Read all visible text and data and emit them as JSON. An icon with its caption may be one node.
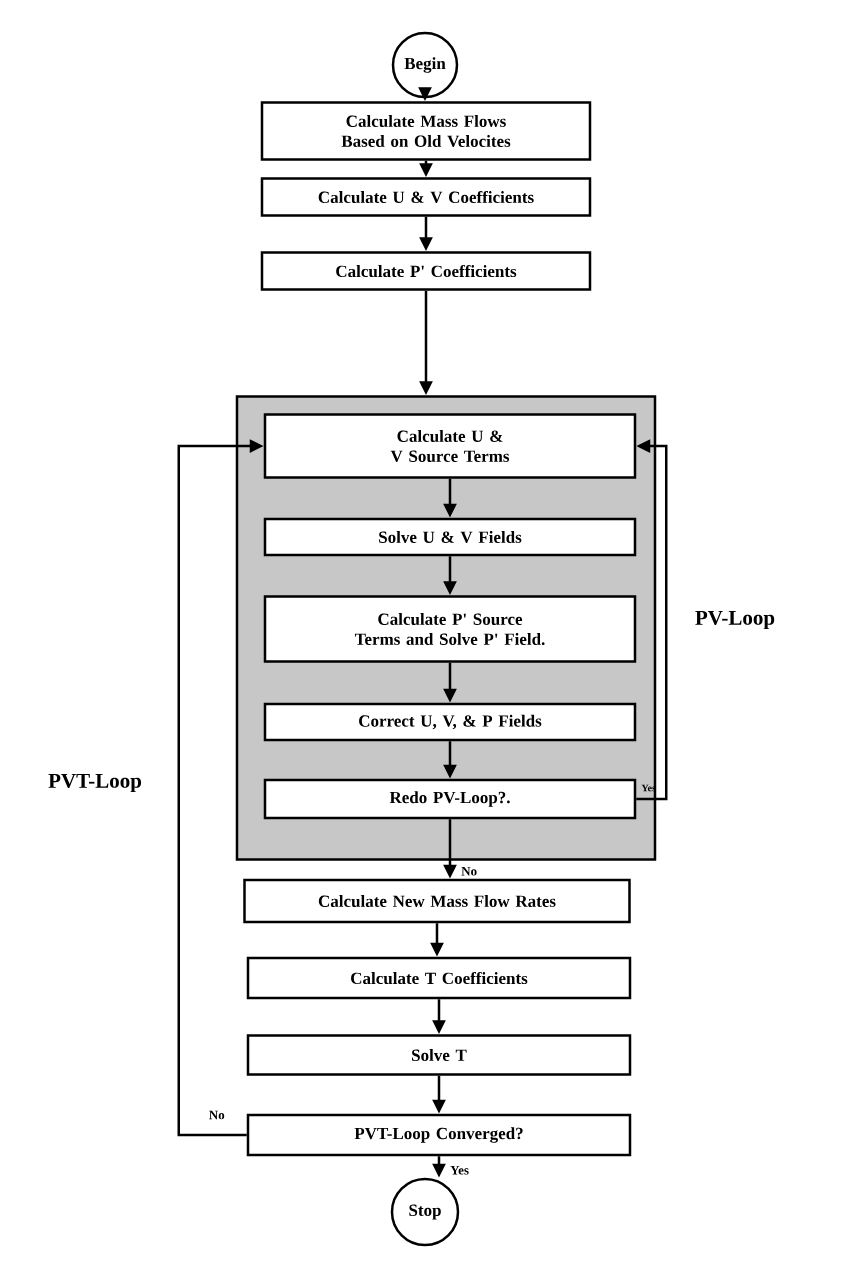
{
  "diagram": {
    "nodes": [
      {
        "text": [
          "Begin"
        ]
      },
      {
        "text": [
          "Calculate Mass Flows Based on Old Velocites"
        ]
      },
      {
        "text": [
          "Calculate U & V Coefficients"
        ]
      },
      {
        "text": [
          "Calculate P' Coefficients"
        ]
      },
      {
        "text": [],
        "shape": "box"
      },
      {
        "text": [
          "Calculate U & V Source Terms"
        ],
        "in": 4
      },
      {
        "text": [
          "Solve U & V Fields"
        ],
        "in": 4
      },
      {
        "text": [
          "Calculate P' Source Terms and Solve P' Field."
        ],
        "in": 4
      },
      {
        "text": [
          "Correct U, V, & P Fields"
        ],
        "in": 4
      },
      {
        "text": [
          "Redo PV-Loop?."
        ],
        "in": 4
      },
      {
        "text": [
          "Calculate New Mass Flow Rates"
        ]
      },
      {
        "text": [
          "Calculate T Coefficients"
        ]
      },
      {
        "text": [
          "Solve T"
        ]
      },
      {
        "text": [
          "PVT-Loop Converged?"
        ]
      },
      {
        "text": [
          "Stop"
        ]
      }
    ],
    "edges": [
      {
        "from": 0,
        "to": 1,
        "arrow": "to"
      },
      {
        "from": 1,
        "to": 2,
        "arrow": "to"
      },
      {
        "from": 2,
        "to": 3,
        "arrow": "to"
      },
      {
        "from": 3,
        "to": 4,
        "arrow": "to"
      },
      {
        "from": 5,
        "to": 6,
        "arrow": "to"
      },
      {
        "from": 6,
        "to": 7,
        "arrow": "to"
      },
      {
        "from": 7,
        "to": 8,
        "arrow": "to"
      },
      {
        "from": 8,
        "to": 9,
        "arrow": "to"
      },
      {
        "from": 9,
        "to": 5,
        "arrow": "to",
        "label": "Yes"
      },
      {
        "from": 9,
        "to": 10,
        "arrow": "to",
        "label": "No"
      },
      {
        "from": 10,
        "to": 11,
        "arrow": "to"
      },
      {
        "from": 11,
        "to": 12,
        "arrow": "to"
      },
      {
        "from": 12,
        "to": 13,
        "arrow": "to"
      },
      {
        "from": 13,
        "to": 5,
        "arrow": "to",
        "label": "No"
      },
      {
        "from": 13,
        "to": 14,
        "arrow": "to",
        "label": "Yes"
      }
    ],
    "labels": [
      "PV-Loop",
      "PVT-Loop"
    ]
  }
}
